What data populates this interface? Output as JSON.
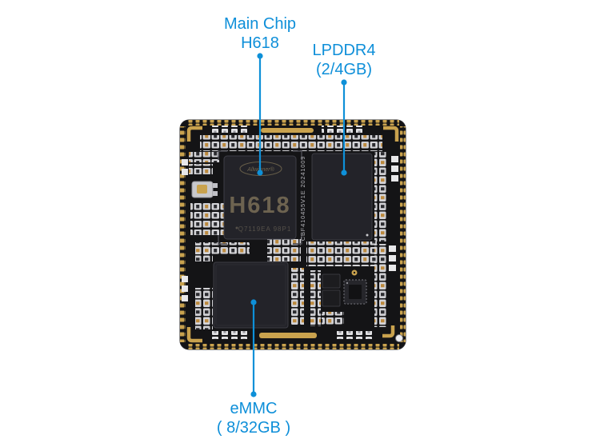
{
  "annotations": {
    "main_chip": {
      "title": "Main Chip",
      "subtitle": "H618"
    },
    "lpddr4": {
      "title": "LPDDR4",
      "subtitle": "(2/4GB)"
    },
    "emmc": {
      "title": "eMMC",
      "subtitle": "( 8/32GB )"
    }
  },
  "board": {
    "main_chip": {
      "logo": "Allwinner®",
      "model": "H618",
      "marking": "Q7119EA  98P1"
    },
    "serial": "CBF410455V1E  20241009"
  },
  "colors": {
    "accent_blue": "#0e90d8",
    "board_black": "#141416",
    "pad_gold": "#c9a24e",
    "component_silver": "#d3d3d7",
    "chip_dark": "#232329",
    "chip_print_bronze": "#6d6350",
    "background": "#ffffff"
  }
}
